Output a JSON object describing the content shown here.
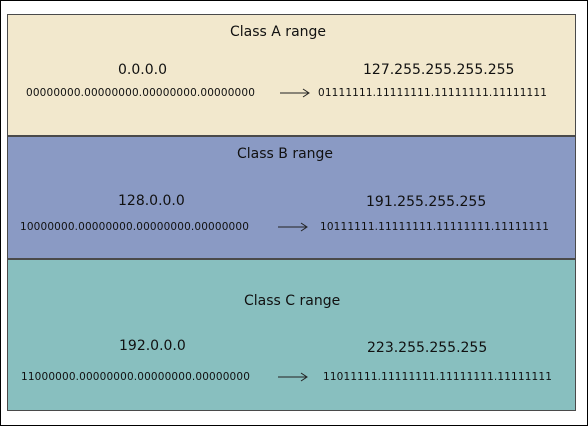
{
  "classes": [
    {
      "title": "Class A range",
      "start": "0.0.0.0",
      "end": "127.255.255.255.255",
      "start_binary": "00000000.00000000.00000000.00000000",
      "end_binary": "01111111.11111111.11111111.11111111",
      "color": "#f2e8cd"
    },
    {
      "title": "Class B range",
      "start": "128.0.0.0",
      "end": "191.255.255.255",
      "start_binary": "10000000.00000000.00000000.00000000",
      "end_binary": "10111111.11111111.11111111.11111111",
      "color": "#8a9ac4"
    },
    {
      "title": "Class C range",
      "start": "192.0.0.0",
      "end": "223.255.255.255",
      "start_binary": "11000000.00000000.00000000.00000000",
      "end_binary": "11011111.11111111.11111111.11111111",
      "color": "#88bfbf"
    }
  ]
}
